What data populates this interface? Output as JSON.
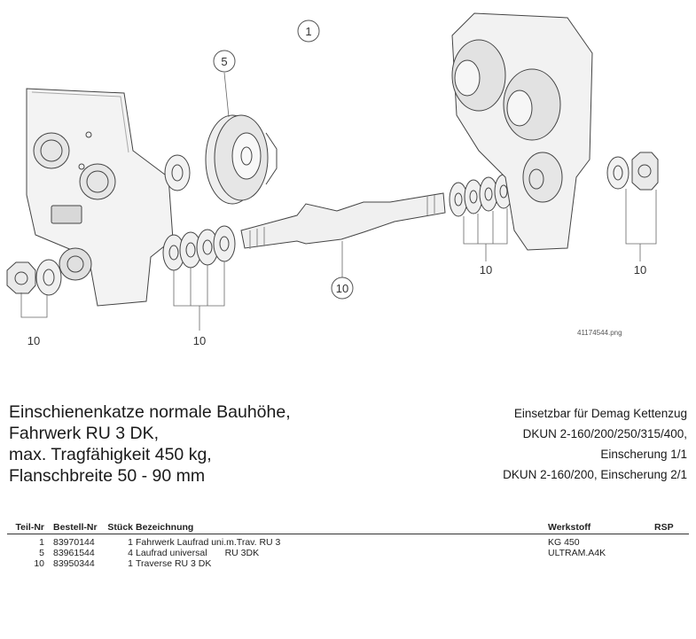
{
  "drawing": {
    "file_ref": "41174544.png",
    "callouts": [
      "1",
      "5",
      "10",
      "10",
      "10",
      "10",
      "10"
    ]
  },
  "title": {
    "lines": [
      "Einschienenkatze normale Bauhöhe,",
      "Fahrwerk RU 3 DK,",
      "max. Tragfähigkeit 450 kg,",
      "Flanschbreite 50 - 90 mm"
    ]
  },
  "usage": {
    "lines": [
      "Einsetzbar für Demag Kettenzug",
      "DKUN 2-160/200/250/315/400,",
      "Einscherung 1/1",
      "DKUN 2-160/200, Einscherung 2/1"
    ]
  },
  "parts_table": {
    "headers": [
      "Teil-Nr",
      "Bestell-Nr",
      "Stück",
      "Bezeichnung",
      "Werkstoff",
      "RSP"
    ],
    "rows": [
      {
        "teil": "1",
        "bestell": "83970144",
        "stueck": "1",
        "bez": "Fahrwerk Laufrad uni.m.Trav. RU 3",
        "bez2": "",
        "werkstoff": "KG 450",
        "rsp": ""
      },
      {
        "teil": "5",
        "bestell": "83961544",
        "stueck": "4",
        "bez": "Laufrad universal",
        "bez2": "RU 3DK",
        "werkstoff": "ULTRAM.A4K",
        "rsp": ""
      },
      {
        "teil": "10",
        "bestell": "83950344",
        "stueck": "1",
        "bez": "Traverse RU 3 DK",
        "bez2": "",
        "werkstoff": "",
        "rsp": ""
      }
    ]
  }
}
